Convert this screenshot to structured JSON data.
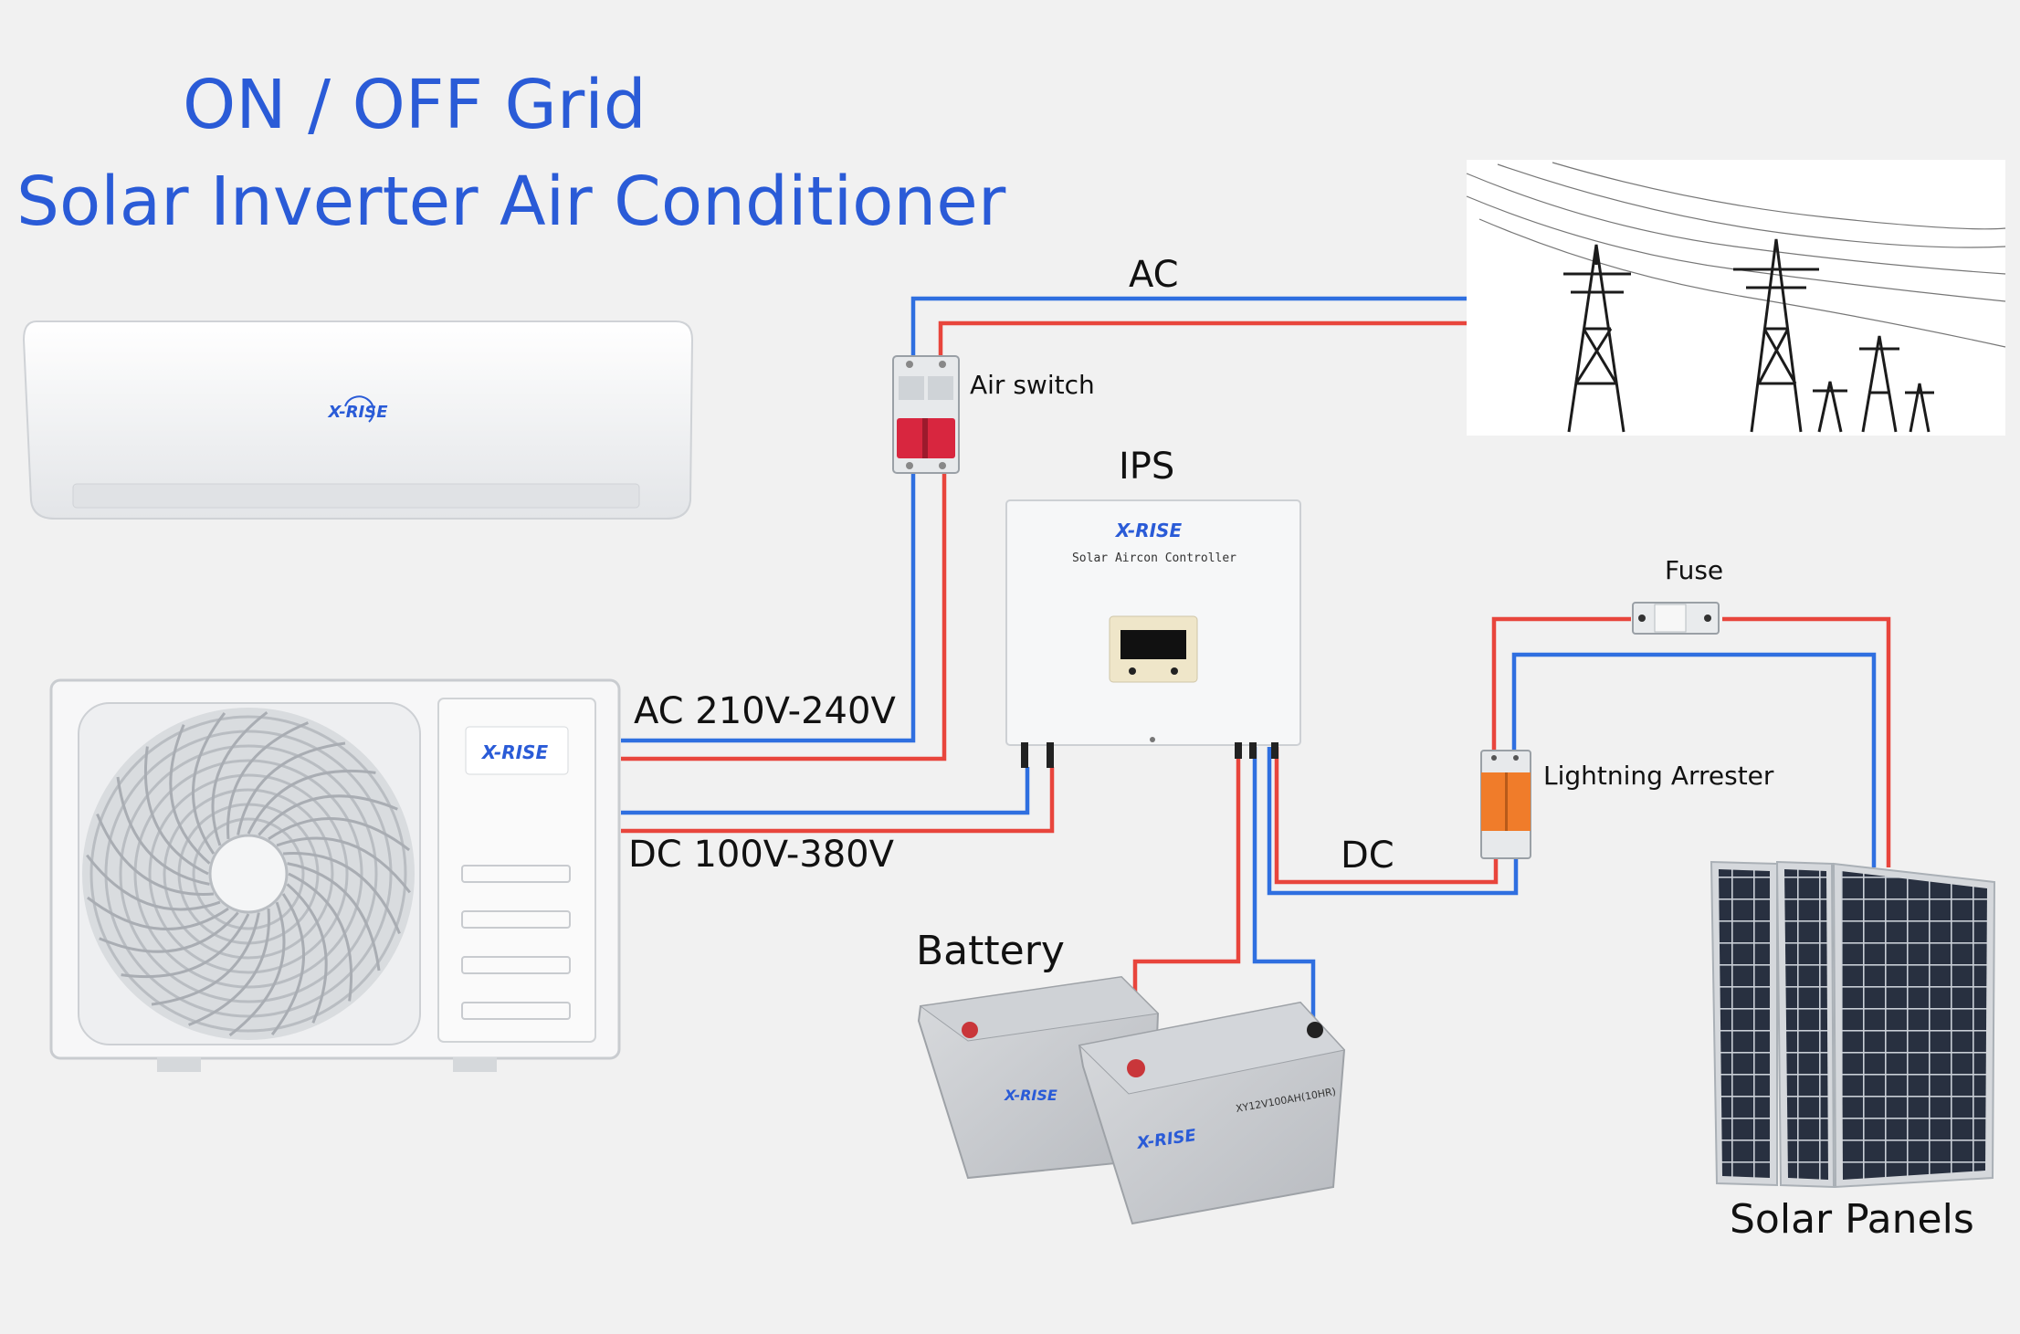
{
  "title": {
    "line1": "ON / OFF Grid",
    "line2": "Solar Inverter Air Conditioner"
  },
  "labels": {
    "ac": "AC",
    "air_switch": "Air switch",
    "ips": "IPS",
    "fuse": "Fuse",
    "lightning_arrester": "Lightning Arrester",
    "ac_voltage": "AC 210V-240V",
    "dc_voltage": "DC 100V-380V",
    "dc": "DC",
    "battery": "Battery",
    "solar_panels": "Solar Panels"
  },
  "brand": {
    "logo_text": "X-RISE",
    "controller_name": "Solar Aircon Controller",
    "battery_model": "XY12V100AH(10HR)"
  },
  "colors": {
    "title": "#2a5bd7",
    "wire_positive": "#e8453c",
    "wire_negative": "#2f6fe0",
    "background": "#f1f1f1",
    "breaker_red": "#d8263f",
    "arrester_orange": "#f07c2a",
    "panel_cells": "#2a3140"
  }
}
